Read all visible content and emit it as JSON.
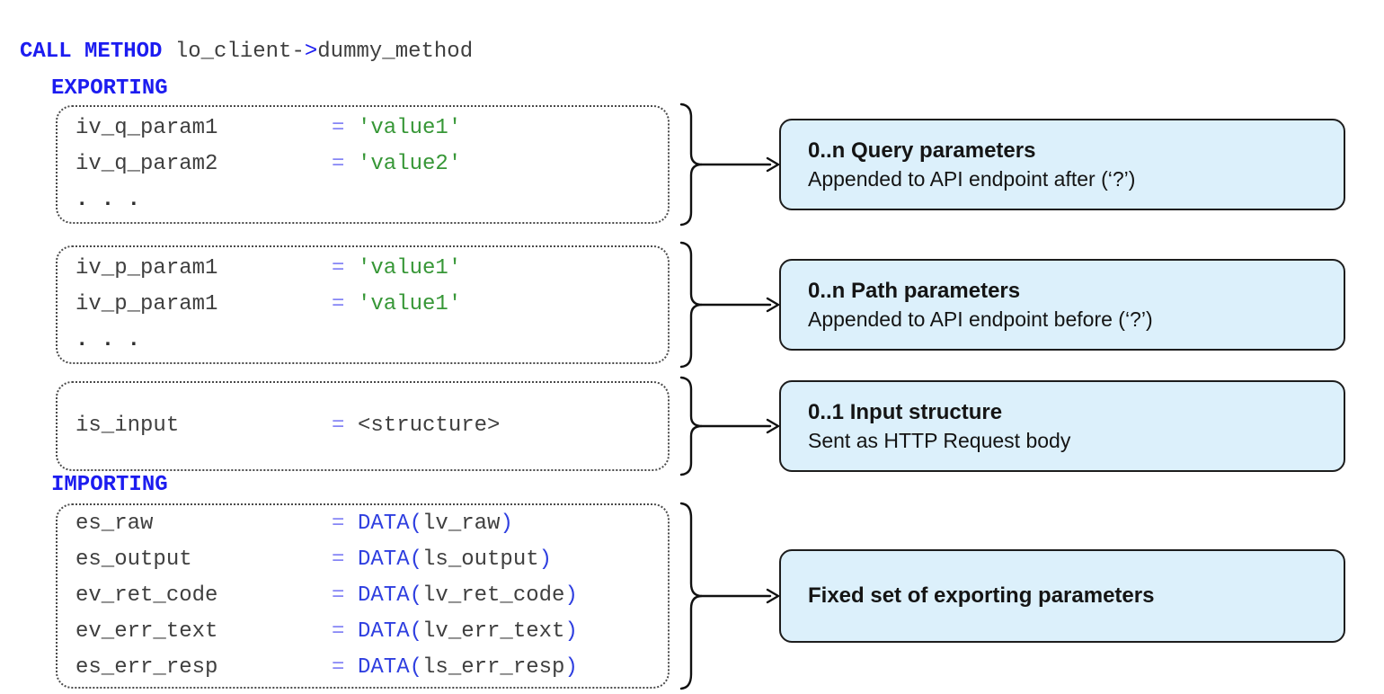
{
  "call_line": {
    "keyword": "CALL METHOD",
    "object": " lo_client-",
    "pointer": ">",
    "method": "dummy_method"
  },
  "sections": {
    "exporting_label": "EXPORTING",
    "importing_label": "IMPORTING"
  },
  "groups": [
    {
      "lines": [
        {
          "name": "iv_q_param1",
          "op": "=",
          "value": "'value1'"
        },
        {
          "name": "iv_q_param2",
          "op": "=",
          "value": "'value2'"
        }
      ],
      "ellipsis": ". . .",
      "callout": {
        "title": "0..n Query parameters",
        "subtitle": "Appended to API endpoint after (‘?’)"
      }
    },
    {
      "lines": [
        {
          "name": "iv_p_param1",
          "op": "=",
          "value": "'value1'"
        },
        {
          "name": "iv_p_param1",
          "op": "=",
          "value": "'value1'"
        }
      ],
      "ellipsis": ". . .",
      "callout": {
        "title": "0..n Path parameters",
        "subtitle": "Appended to API endpoint before (‘?’)"
      }
    },
    {
      "lines": [
        {
          "name": "is_input",
          "op": "=",
          "value": "<structure>"
        }
      ],
      "callout": {
        "title": "0..1 Input structure",
        "subtitle": "Sent as HTTP Request body"
      }
    },
    {
      "lines": [
        {
          "name": "es_raw",
          "op": "=",
          "data_kw": "DATA(",
          "var": "lv_raw",
          "close": ")"
        },
        {
          "name": "es_output",
          "op": "=",
          "data_kw": "DATA(",
          "var": "ls_output",
          "close": ")"
        },
        {
          "name": "ev_ret_code",
          "op": "=",
          "data_kw": "DATA(",
          "var": "lv_ret_code",
          "close": ")"
        },
        {
          "name": "ev_err_text",
          "op": "=",
          "data_kw": "DATA(",
          "var": "lv_err_text",
          "close": ")"
        },
        {
          "name": "es_err_resp",
          "op": "=",
          "data_kw": "DATA(",
          "var": "ls_err_resp",
          "close": ")"
        }
      ],
      "callout": {
        "title": "Fixed set of exporting parameters"
      }
    }
  ],
  "colors": {
    "keyword_blue": "#1c1cf0",
    "operator_blue": "#8585f5",
    "data_keyword_blue": "#2f3fe0",
    "identifier_gray": "#3f3f3f",
    "string_green": "#379737",
    "callout_background": "#dcf0fb",
    "callout_border": "#1d1d1d",
    "connector_black": "#111111"
  }
}
